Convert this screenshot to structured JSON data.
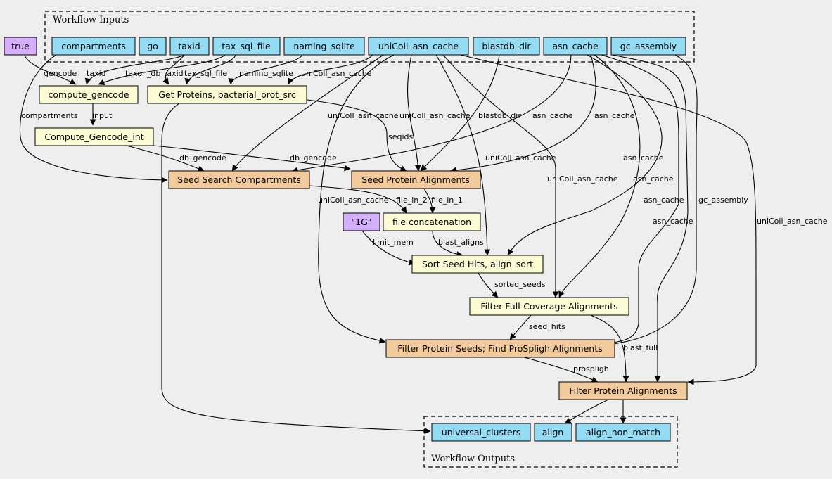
{
  "clusters": {
    "inputs_title": "Workflow Inputs",
    "outputs_title": "Workflow Outputs"
  },
  "colors": {
    "input": "#94dbf4",
    "constant": "#d5aefc",
    "task_light": "#fcfcd4",
    "task_orange": "#f3ca9c",
    "background": "#eeeeee"
  },
  "nodes": {
    "true_const": "true",
    "compartments": "compartments",
    "go": "go",
    "taxid": "taxid",
    "tax_sql_file": "tax_sql_file",
    "naming_sqlite": "naming_sqlite",
    "unicoll_asn_cache": "uniColl_asn_cache",
    "blastdb_dir": "blastdb_dir",
    "asn_cache": "asn_cache",
    "gc_assembly": "gc_assembly",
    "compute_gencode": "compute_gencode",
    "get_proteins": "Get Proteins, bacterial_prot_src",
    "compute_gencode_int": "Compute_Gencode_int",
    "seed_search_compartments": "Seed Search Compartments",
    "seed_protein_alignments": "Seed Protein Alignments",
    "const_1g": "\"1G\"",
    "file_concatenation": "file concatenation",
    "sort_seed_hits": "Sort Seed Hits, align_sort",
    "filter_full_coverage": "Filter Full-Coverage Alignments",
    "filter_protein_seeds": "Filter Protein Seeds; Find ProSpligh Alignments",
    "filter_protein_alignments": "Filter Protein Alignments",
    "universal_clusters": "universal_clusters",
    "align": "align",
    "align_non_match": "align_non_match"
  },
  "edge_labels": {
    "gencode": "gencode",
    "taxid_1": "taxid",
    "taxon_db": "taxon_db",
    "taxid_2": "taxid",
    "tax_sql_file": "tax_sql_file",
    "naming_sqlite": "naming_sqlite",
    "unicoll_1": "uniColl_asn_cache",
    "compartments": "compartments",
    "input": "input",
    "unicoll_2": "uniColl_asn_cache",
    "unicoll_3": "uniColl_asn_cache",
    "blastdb_dir": "blastdb_dir",
    "asn_cache_1": "asn_cache",
    "asn_cache_2": "asn_cache",
    "seqids": "seqids",
    "db_gencode_1": "db_gencode",
    "db_gencode_2": "db_gencode",
    "unicoll_4": "uniColl_asn_cache",
    "asn_cache_3": "asn_cache",
    "unicoll_5": "uniColl_asn_cache",
    "asn_cache_4": "asn_cache",
    "unicoll_6": "uniColl_asn_cache",
    "file_in_2": "file_in_2",
    "file_in_1": "file_in_1",
    "asn_cache_5": "asn_cache",
    "gc_assembly": "gc_assembly",
    "asn_cache_6": "asn_cache",
    "unicoll_7": "uniColl_asn_cache",
    "limit_mem": "limit_mem",
    "blast_aligns": "blast_aligns",
    "sorted_seeds": "sorted_seeds",
    "seed_hits": "seed_hits",
    "blast_full": "blast_full",
    "prospligh": "prospligh"
  }
}
